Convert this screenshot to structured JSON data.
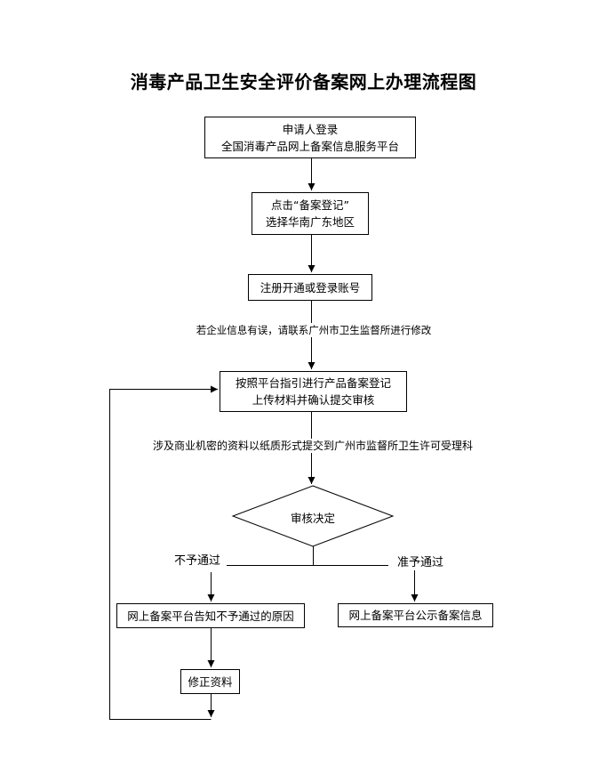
{
  "title": "消毒产品卫生安全评价备案网上办理流程图",
  "colors": {
    "line": "#000000",
    "background": "#ffffff",
    "text": "#000000"
  },
  "nodes": {
    "login": "申请人登录\n全国消毒产品网上备案信息服务平台",
    "register": "点击“备案登记”\n选择华南广东地区",
    "account": "注册开通或登录账号",
    "submit": "按照平台指引进行产品备案登记\n上传材料并确认提交审核",
    "decision": "审核决定",
    "reject_result": "网上备案平台告知不予通过的原因",
    "approve_result": "网上备案平台公示备案信息",
    "fix": "修正资料"
  },
  "notes": {
    "info_error": "若企业信息有误，请联系广州市卫生监督所进行修改",
    "confidential": "涉及商业机密的资料以纸质形式提交到广州市监督所卫生许可受理科"
  },
  "branch_labels": {
    "reject": "不予通过",
    "approve": "准予通过"
  }
}
